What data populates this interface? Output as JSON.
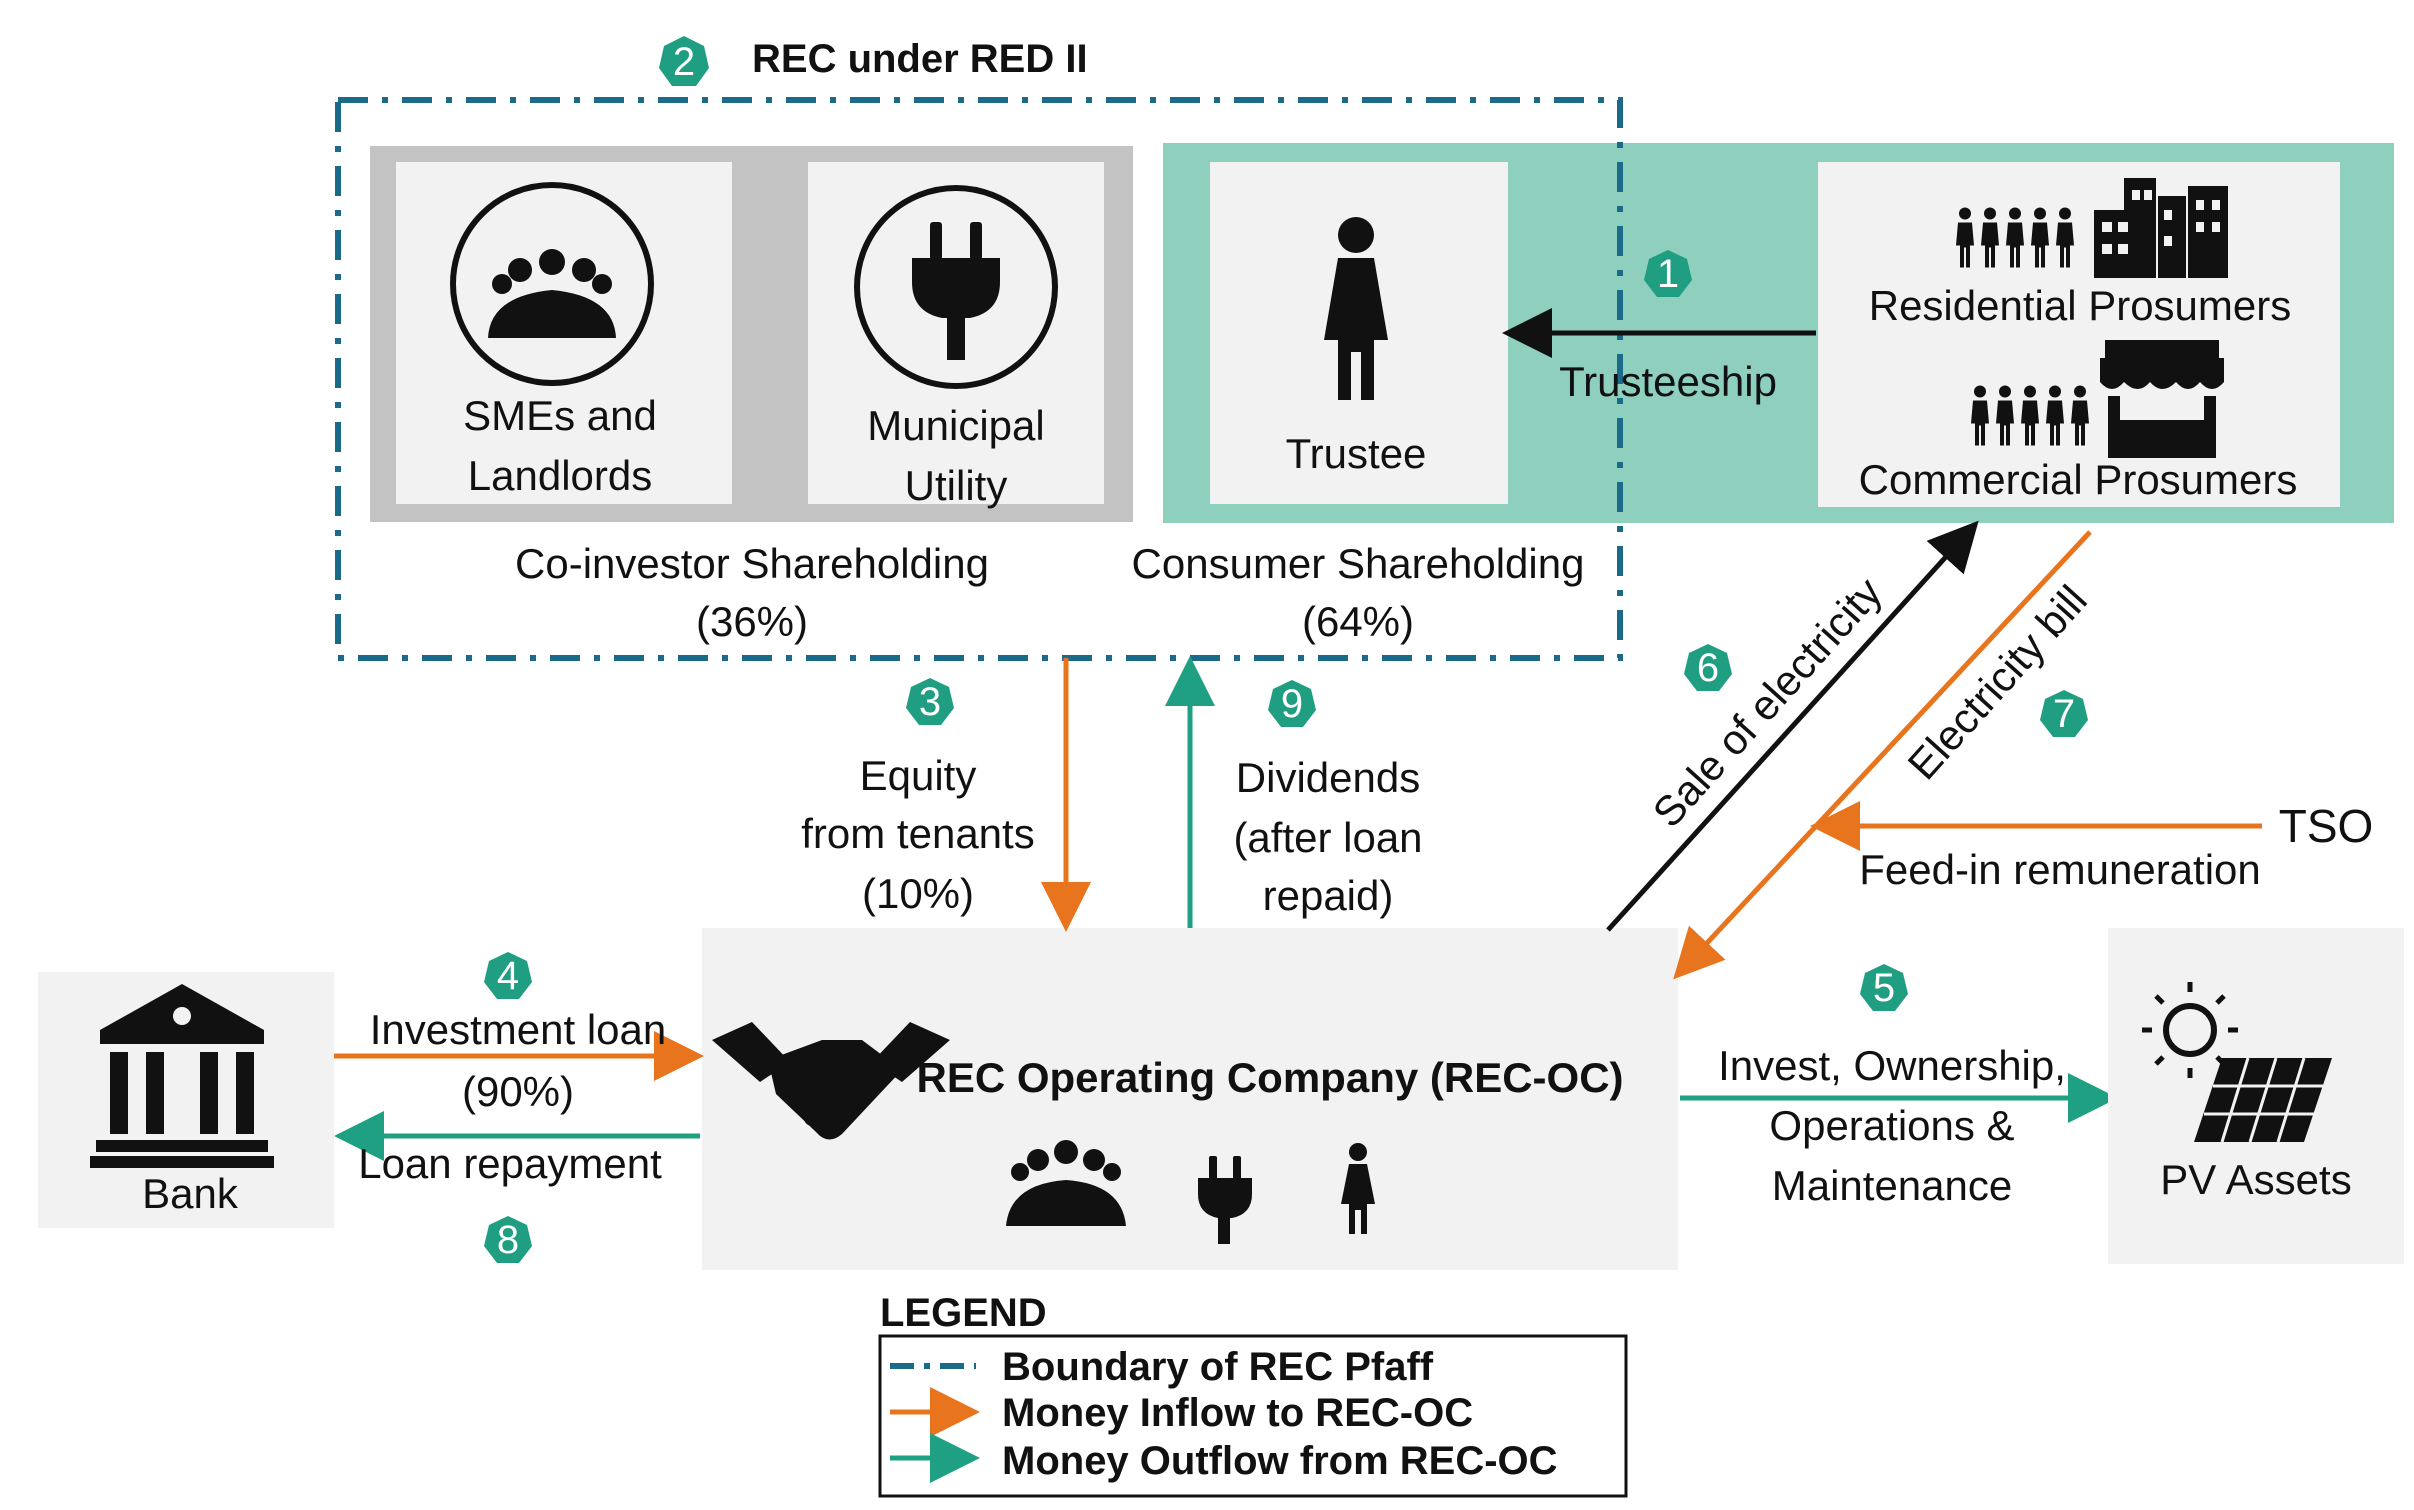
{
  "title": {
    "number": "2",
    "text": "REC under RED II"
  },
  "colors": {
    "teal_badge": "#1f9e82",
    "teal_panel": "#8ecfbd",
    "boundary": "#1b6a8a",
    "orange": "#e8741e",
    "green": "#1fa083",
    "black": "#111111",
    "grey_panel": "#c3c3c3",
    "light_box": "#f2f2f2"
  },
  "coinvestor": {
    "smes_line1": "SMEs and",
    "smes_line2": "Landlords",
    "utility_line1": "Municipal",
    "utility_line2": "Utility",
    "caption_line1": "Co-investor Shareholding",
    "caption_line2": "(36%)"
  },
  "consumer": {
    "trustee": "Trustee",
    "caption_line1": "Consumer Shareholding",
    "caption_line2": "(64%)"
  },
  "prosumers": {
    "residential": "Residential Prosumers",
    "commercial": "Commercial Prosumers"
  },
  "flows": {
    "trusteeship": {
      "number": "1",
      "label": "Trusteeship"
    },
    "equity": {
      "number": "3",
      "line1": "Equity",
      "line2": "from tenants",
      "line3": "(10%)"
    },
    "investment_loan": {
      "number": "4",
      "line1": "Investment loan",
      "line2": "(90%)"
    },
    "invest_pv": {
      "number": "5",
      "line1": "Invest, Ownership,",
      "line2": "Operations &",
      "line3": "Maintenance"
    },
    "sale": {
      "number": "6",
      "label": "Sale of electricity"
    },
    "bill": {
      "number": "7",
      "label": "Electricity bill"
    },
    "loan_repayment": {
      "number": "8",
      "label": "Loan repayment"
    },
    "dividends": {
      "number": "9",
      "line1": "Dividends",
      "line2": "(after loan",
      "line3": "repaid)"
    },
    "feed_in": {
      "label": "Feed-in remuneration"
    }
  },
  "nodes": {
    "bank": "Bank",
    "rec_oc": "REC Operating Company (REC-OC)",
    "pv": "PV Assets",
    "tso": "TSO"
  },
  "icons": [
    "people-group-icon",
    "plug-icon",
    "woman-icon",
    "residents-icon",
    "buildings-icon",
    "shop-icon",
    "handshake-icon",
    "bank-icon",
    "sun-icon",
    "solar-panel-icon"
  ],
  "legend": {
    "title": "LEGEND",
    "boundary": "Boundary of REC Pfaff",
    "inflow": "Money Inflow to REC-OC",
    "outflow": "Money Outflow from REC-OC"
  }
}
